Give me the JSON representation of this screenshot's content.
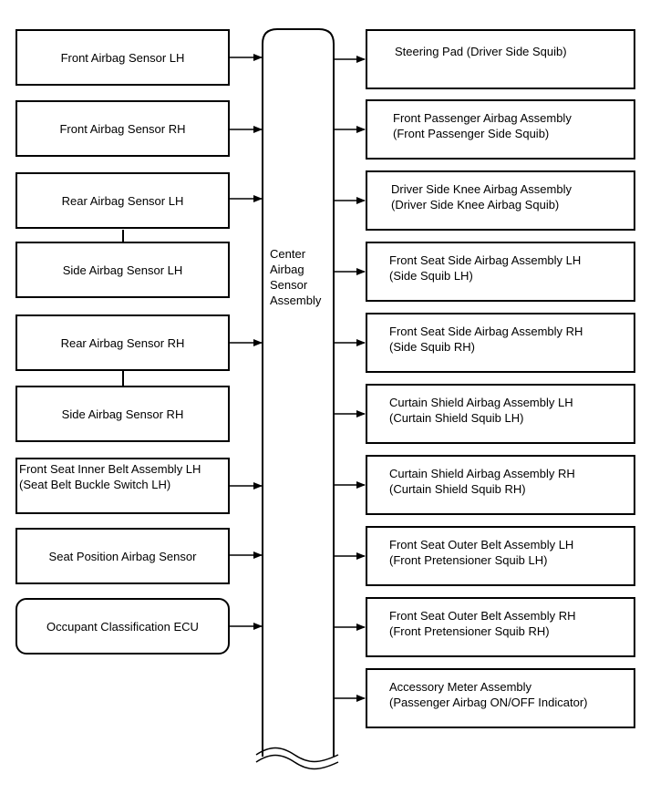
{
  "center": {
    "lines": [
      "Center",
      "Airbag",
      "Sensor",
      "Assembly"
    ]
  },
  "inputs": [
    {
      "lines": [
        "Front Airbag Sensor LH"
      ]
    },
    {
      "lines": [
        "Front Airbag Sensor RH"
      ]
    },
    {
      "lines": [
        "Rear Airbag Sensor LH"
      ]
    },
    {
      "lines": [
        "Side Airbag Sensor LH"
      ]
    },
    {
      "lines": [
        "Rear Airbag Sensor RH"
      ]
    },
    {
      "lines": [
        "Side Airbag Sensor RH"
      ]
    },
    {
      "lines": [
        "Front Seat Inner Belt Assembly LH",
        "(Seat Belt Buckle Switch LH)"
      ]
    },
    {
      "lines": [
        "Seat Position Airbag Sensor"
      ]
    },
    {
      "lines": [
        "Occupant Classification ECU"
      ]
    }
  ],
  "outputs": [
    {
      "lines": [
        "Steering Pad (Driver Side Squib)"
      ]
    },
    {
      "lines": [
        "Front Passenger Airbag Assembly",
        "(Front Passenger Side Squib)"
      ]
    },
    {
      "lines": [
        "Driver Side Knee Airbag Assembly",
        "(Driver Side Knee Airbag Squib)"
      ]
    },
    {
      "lines": [
        "Front Seat Side Airbag Assembly LH",
        "(Side Squib LH)"
      ]
    },
    {
      "lines": [
        "Front Seat Side Airbag Assembly RH",
        "(Side Squib RH)"
      ]
    },
    {
      "lines": [
        "Curtain Shield Airbag Assembly LH",
        "(Curtain Shield Squib LH)"
      ]
    },
    {
      "lines": [
        "Curtain Shield Airbag Assembly RH",
        "(Curtain Shield Squib RH)"
      ]
    },
    {
      "lines": [
        "Front Seat Outer Belt Assembly LH",
        "(Front Pretensioner Squib LH)"
      ]
    },
    {
      "lines": [
        "Front Seat Outer Belt Assembly RH",
        "(Front Pretensioner Squib RH)"
      ]
    },
    {
      "lines": [
        "Accessory Meter Assembly",
        "(Passenger Airbag ON/OFF Indicator)"
      ]
    }
  ]
}
